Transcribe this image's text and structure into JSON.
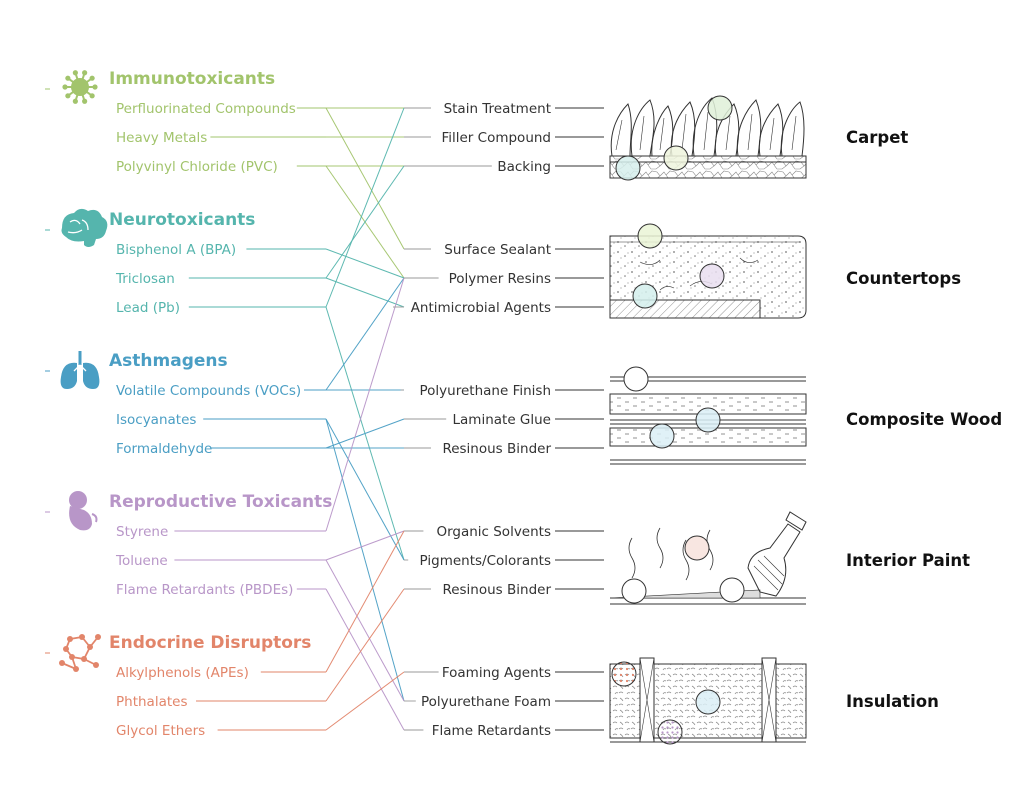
{
  "categories": [
    {
      "id": "immuno",
      "title": "Immunotoxicants",
      "color": "#a2c46c",
      "icon": "virus-icon",
      "chemicals": [
        {
          "label": "Perfluorinated Compounds",
          "targets": [
            "stain-treatment",
            "surface-sealant"
          ]
        },
        {
          "label": "Heavy Metals",
          "targets": [
            "filler-compound"
          ]
        },
        {
          "label": "Polyvinyl Chloride (PVC)",
          "targets": [
            "backing",
            "polymer-resins"
          ]
        }
      ]
    },
    {
      "id": "neuro",
      "title": "Neurotoxicants",
      "color": "#55b5ad",
      "icon": "brain-icon",
      "chemicals": [
        {
          "label": "Bisphenol A (BPA)",
          "targets": [
            "polymer-resins"
          ]
        },
        {
          "label": "Triclosan",
          "targets": [
            "backing",
            "antimicrobial-agents"
          ]
        },
        {
          "label": "Lead (Pb)",
          "targets": [
            "stain-treatment",
            "pigments-colorants"
          ]
        }
      ]
    },
    {
      "id": "asthma",
      "title": "Asthmagens",
      "color": "#4a9ec4",
      "icon": "lungs-icon",
      "chemicals": [
        {
          "label": "Volatile Compounds (VOCs)",
          "targets": [
            "polymer-resins",
            "polyurethane-finish"
          ]
        },
        {
          "label": "Isocyanates",
          "targets": [
            "pigments-colorants",
            "polyurethane-foam"
          ]
        },
        {
          "label": "Formaldehyde",
          "targets": [
            "laminate-glue",
            "resinous-binder-wood"
          ]
        }
      ]
    },
    {
      "id": "repro",
      "title": "Reproductive Toxicants",
      "color": "#b896c8",
      "icon": "fetus-icon",
      "chemicals": [
        {
          "label": "Styrene",
          "targets": [
            "polymer-resins"
          ]
        },
        {
          "label": "Toluene",
          "targets": [
            "organic-solvents",
            "polyurethane-foam"
          ]
        },
        {
          "label": "Flame Retardants (PBDEs)",
          "targets": [
            "flame-retardants"
          ]
        }
      ]
    },
    {
      "id": "endo",
      "title": "Endocrine Disruptors",
      "color": "#e2856a",
      "icon": "molecule-icon",
      "chemicals": [
        {
          "label": "Alkylphenols (APEs)",
          "targets": [
            "organic-solvents"
          ]
        },
        {
          "label": "Phthalates",
          "targets": [
            "resinous-binder-paint"
          ]
        },
        {
          "label": "Glycol Ethers",
          "targets": [
            "foaming-agents"
          ]
        }
      ]
    }
  ],
  "materials": [
    {
      "id": "carpet",
      "label": "Carpet",
      "components": [
        {
          "id": "stain-treatment",
          "label": "Stain Treatment"
        },
        {
          "id": "filler-compound",
          "label": "Filler Compound"
        },
        {
          "id": "backing",
          "label": "Backing"
        }
      ]
    },
    {
      "id": "countertops",
      "label": "Countertops",
      "components": [
        {
          "id": "surface-sealant",
          "label": "Surface Sealant"
        },
        {
          "id": "polymer-resins",
          "label": "Polymer Resins"
        },
        {
          "id": "antimicrobial-agents",
          "label": "Antimicrobial Agents"
        }
      ]
    },
    {
      "id": "composite-wood",
      "label": "Composite Wood",
      "components": [
        {
          "id": "polyurethane-finish",
          "label": "Polyurethane Finish"
        },
        {
          "id": "laminate-glue",
          "label": "Laminate Glue"
        },
        {
          "id": "resinous-binder-wood",
          "label": "Resinous Binder"
        }
      ]
    },
    {
      "id": "interior-paint",
      "label": "Interior Paint",
      "components": [
        {
          "id": "organic-solvents",
          "label": "Organic Solvents"
        },
        {
          "id": "pigments-colorants",
          "label": "Pigments/Colorants"
        },
        {
          "id": "resinous-binder-paint",
          "label": "Resinous Binder"
        }
      ]
    },
    {
      "id": "insulation",
      "label": "Insulation",
      "components": [
        {
          "id": "foaming-agents",
          "label": "Foaming Agents"
        },
        {
          "id": "polyurethane-foam",
          "label": "Polyurethane Foam"
        },
        {
          "id": "flame-retardants",
          "label": "Flame Retardants"
        }
      ]
    }
  ]
}
